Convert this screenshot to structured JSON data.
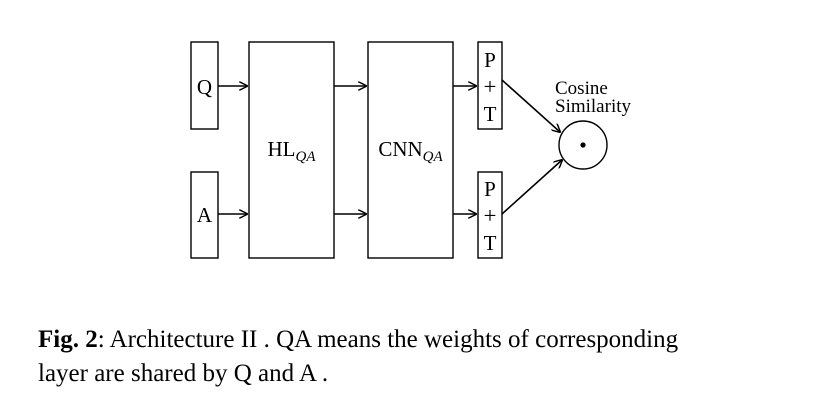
{
  "diagram": {
    "inputs": {
      "q": "Q",
      "a": "A"
    },
    "hl": {
      "name": "HL",
      "subscript": "QA"
    },
    "cnn": {
      "name": "CNN",
      "subscript": "QA"
    },
    "pt_top": {
      "p": "P",
      "plus": "+",
      "t": "T"
    },
    "pt_bottom": {
      "p": "P",
      "plus": "+",
      "t": "T"
    },
    "cosine_label": {
      "line1": "Cosine",
      "line2": "Similarity"
    },
    "dot_symbol": "•"
  },
  "caption": {
    "label": "Fig. 2",
    "separator": ":",
    "text_line1": " Architecture II . QA means the weights of corresponding",
    "text_line2": "layer are shared by Q and A ."
  }
}
